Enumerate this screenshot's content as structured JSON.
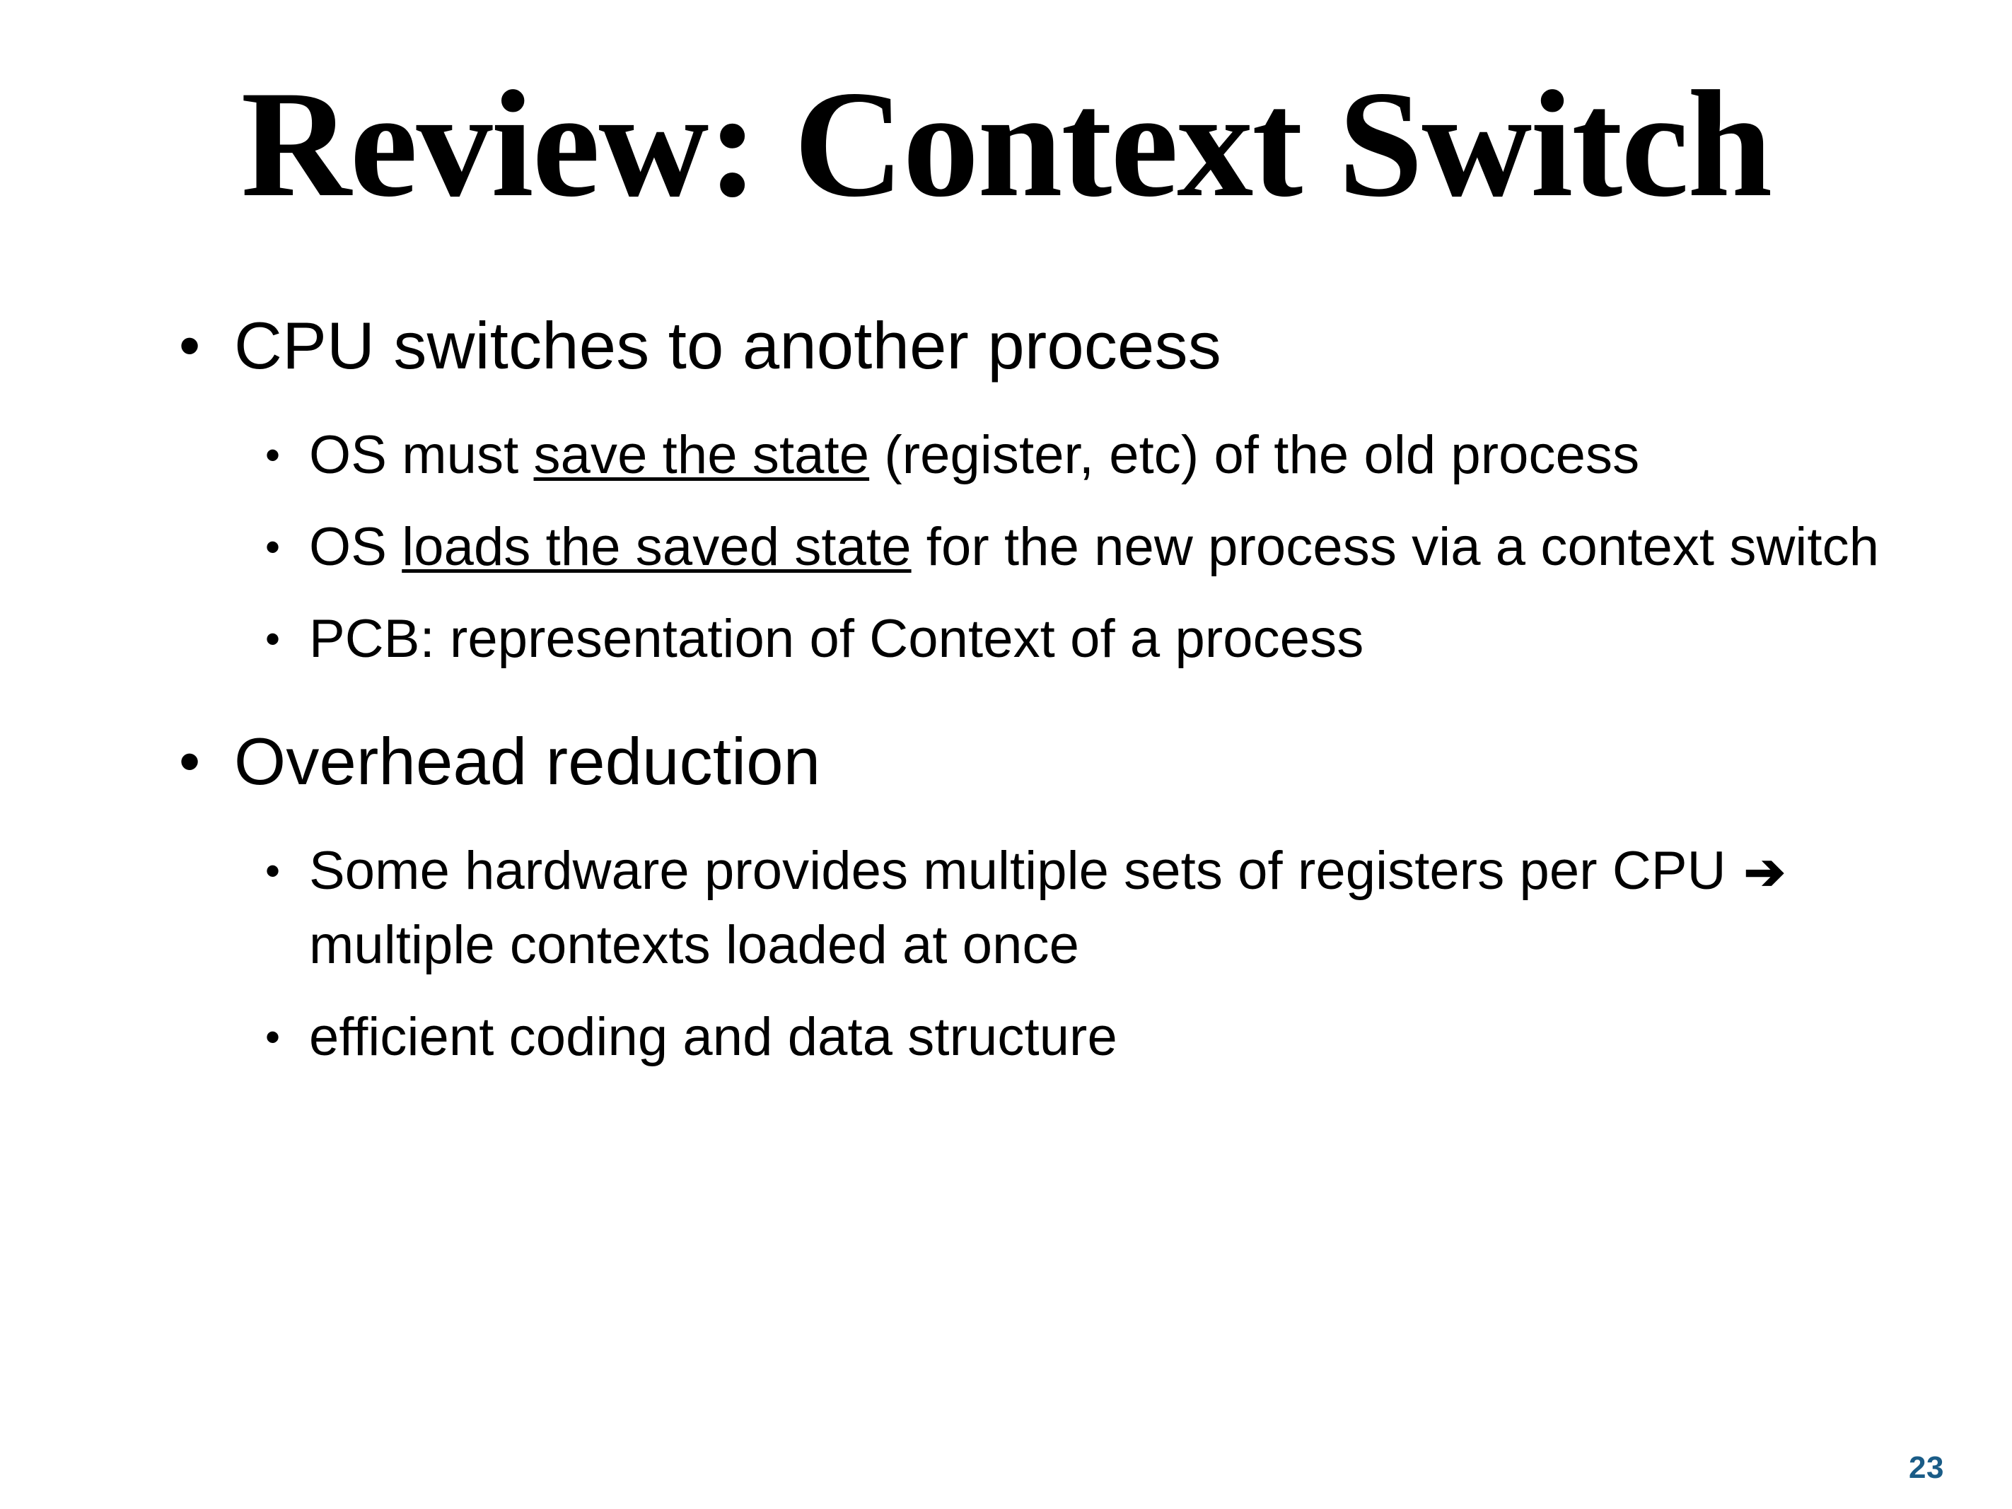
{
  "slide": {
    "title": "Review: Context Switch",
    "background_color": "#ffffff",
    "text_color": "#000000",
    "page_number": "23",
    "page_number_color": "#1a5c87",
    "bullet_marker_level1": "•",
    "bullet_marker_level2": "•",
    "arrow_glyph": "➔"
  },
  "content": {
    "bullets": [
      {
        "level": 1,
        "text": "CPU switches to another process"
      },
      {
        "level": 2,
        "text_before": "OS must ",
        "underlined": "save the state",
        "text_after": " (register, etc) of the old process",
        "full_text": "OS must save the state (register, etc) of the old process"
      },
      {
        "level": 2,
        "text_before": "OS ",
        "underlined": "loads the saved state",
        "text_after": " for the new process via a context switch",
        "full_text": "OS loads the saved state for the new process via a context switch"
      },
      {
        "level": 2,
        "text": "PCB: representation of Context of a process"
      },
      {
        "level": 1,
        "text": "Overhead reduction"
      },
      {
        "level": 2,
        "text_before": "Some hardware provides multiple sets of registers per CPU ",
        "text_after": " multiple contexts loaded at once",
        "full_text": "Some hardware provides multiple sets of registers per CPU ➔ multiple contexts loaded at once"
      },
      {
        "level": 2,
        "text": "efficient coding and data structure"
      }
    ]
  }
}
